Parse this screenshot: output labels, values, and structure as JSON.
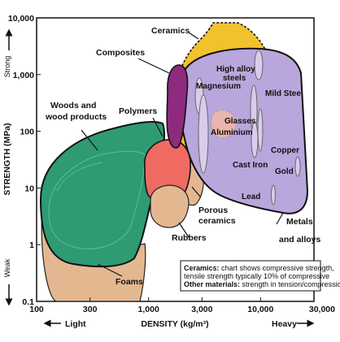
{
  "chart_data": {
    "type": "area",
    "xlabel": "DENSITY (kg/m³)",
    "ylabel": "STRENGTH (MPa)",
    "x_scale": "log",
    "y_scale": "log",
    "xlim": [
      100,
      30000
    ],
    "ylim": [
      0.1,
      10000
    ],
    "x_ticks": [
      "100",
      "300",
      "1,000",
      "3,000",
      "10,000",
      "30,000"
    ],
    "x_tick_values": [
      100,
      300,
      1000,
      3000,
      10000,
      30000
    ],
    "y_ticks": [
      "0.1",
      "1",
      "10",
      "100",
      "1,000",
      "10,000"
    ],
    "y_tick_values": [
      0.1,
      1,
      10,
      100,
      1000,
      10000
    ],
    "x_low_label": "Light",
    "x_high_label": "Heavy",
    "y_low_label": "Weak",
    "y_high_label": "Strong",
    "regions": [
      {
        "name": "Foams",
        "color": "#e3b891"
      },
      {
        "name": "Woods and wood products",
        "color": "#2e9b73"
      },
      {
        "name": "Ceramics",
        "color": "#f2c12e"
      },
      {
        "name": "Metals and alloys",
        "color": "#b9a6dc"
      },
      {
        "name": "Polymers",
        "color": "#ef6b62"
      },
      {
        "name": "Rubbers",
        "color": "#e3b891"
      },
      {
        "name": "Porous ceramics",
        "color": "#e3b891"
      },
      {
        "name": "Composites",
        "color": "#8e2b7f"
      },
      {
        "name": "Glasses",
        "color": "#f2b8a6"
      }
    ],
    "materials": [
      "High alloy steels",
      "Magnesium",
      "Mild Steel",
      "Aluminium",
      "Copper",
      "Cast Iron",
      "Gold",
      "Lead"
    ],
    "note": {
      "line1_bold": "Ceramics:",
      "line1": "chart shows compressive strength,",
      "line2": "tensile strength typically 10% of compressive",
      "line3_bold": "Other materials:",
      "line3": "strength in tension/compression"
    }
  }
}
